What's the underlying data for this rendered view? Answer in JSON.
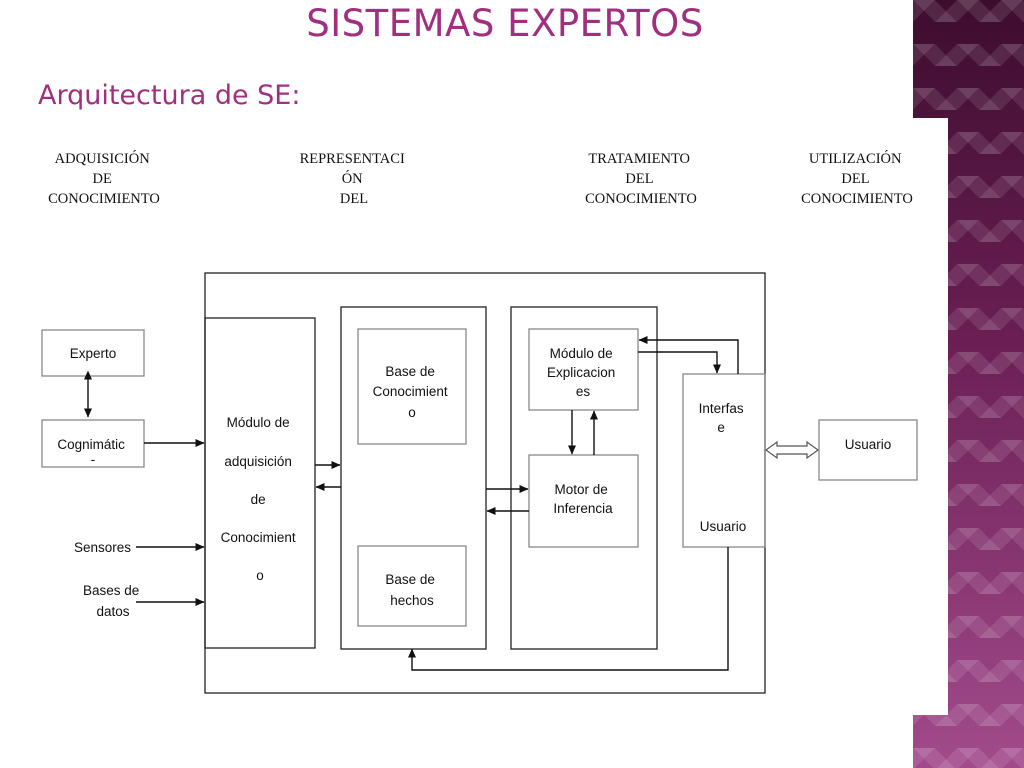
{
  "slide": {
    "title": "SISTEMAS EXPERTOS",
    "subtitle": "Arquitectura de SE:"
  },
  "diagram": {
    "headers": [
      [
        "ADQUISICIÓN",
        "DE",
        "CONOCIMIENTO"
      ],
      [
        "REPRESENTACI",
        "ÓN",
        "DEL"
      ],
      [
        "TRATAMIENTO",
        "DEL",
        "CONOCIMIENTO"
      ],
      [
        "UTILIZACIÓN",
        "DEL",
        "CONOCIMIENTO"
      ]
    ],
    "inputs": {
      "experto": "Experto",
      "cognimatica": [
        "Cognimátic",
        "-"
      ],
      "sensores": "Sensores",
      "bases_datos": [
        "Bases de",
        "datos"
      ]
    },
    "modulo_adquisicion": [
      "Módulo de",
      "adquisición",
      "de",
      "Conocimient",
      "o"
    ],
    "base_conocimiento": [
      "Base de",
      "Conocimient",
      "o"
    ],
    "base_hechos": [
      "Base de",
      "hechos"
    ],
    "modulo_explicaciones": [
      "Módulo de",
      "Explicacion",
      "es"
    ],
    "motor_inferencia": [
      "Motor de",
      "Inferencia"
    ],
    "interfase": {
      "top": [
        "Interfas",
        "e"
      ],
      "bottom": "Usuario"
    },
    "usuario": "Usuario"
  }
}
